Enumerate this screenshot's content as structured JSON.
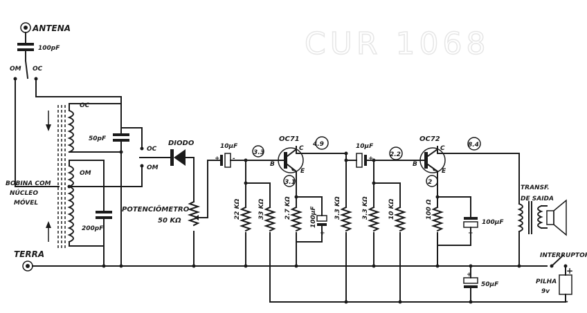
{
  "watermark": "CUR 1068",
  "labels": {
    "antenna": "ANTENA",
    "ground": "TERRA",
    "om": "OM",
    "oc": "OC",
    "c_ant": "100pF",
    "c_osc": "50pF",
    "c_om": "200pF",
    "coil_line1": "BOBINA COM",
    "coil_line2": "NÚCLEO",
    "coil_line3": "MÓVEL",
    "diode": "DIODO",
    "pot": "POTENCIÔMETRO",
    "pot_value": "50 KΩ",
    "c_cpl1": "10µF",
    "t1": "OC71",
    "t2": "OC72",
    "v_b1": "3.3",
    "v_c1": "4.9",
    "v_e1": "3.1",
    "v_b2": "2.2",
    "v_c2": "8.4",
    "v_e2": "2",
    "r1": "22 KΩ",
    "r2": "33 KΩ",
    "r3": "2.7 KΩ",
    "c_e1": "100µF",
    "r4": "3.3 KΩ",
    "r5": "3.3 KΩ",
    "r6": "10 KΩ",
    "r7": "100 Ω",
    "c_e2": "100µF",
    "c_cpl2": "10µF",
    "c_supply": "50µF",
    "transf1": "TRANSF.",
    "transf2": "DE SAIDA",
    "switch": "INTERRUPTOR",
    "battery1": "PILHA",
    "battery2": "9v",
    "b": "B",
    "c": "C",
    "e": "E",
    "plus": "+",
    "minus": "-"
  }
}
